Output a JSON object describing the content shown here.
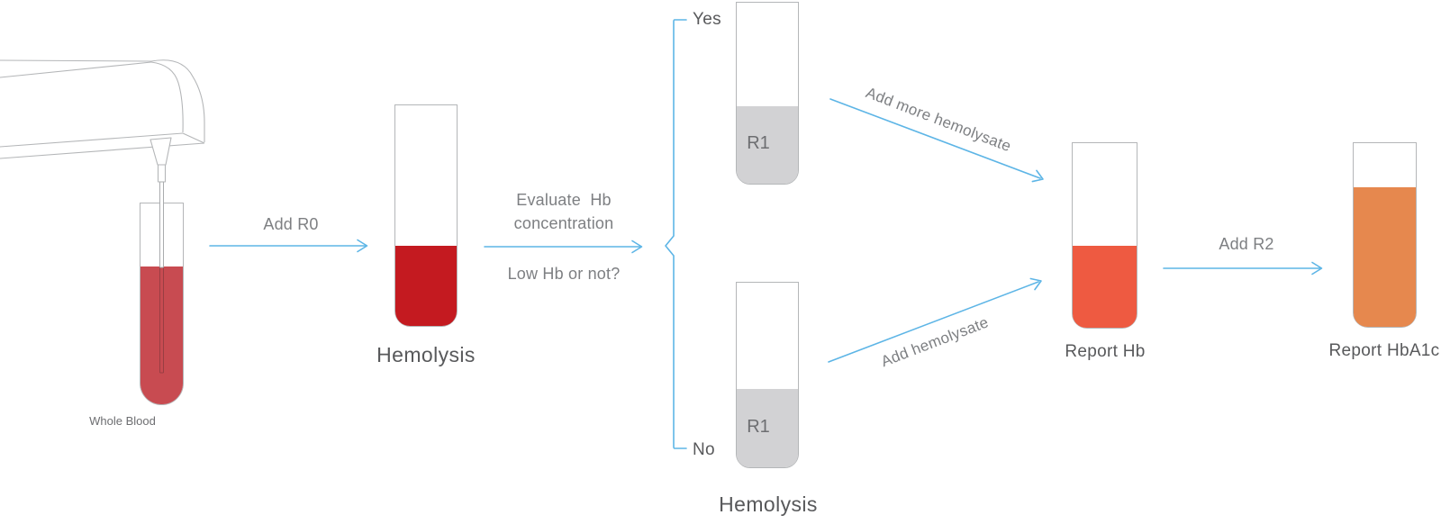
{
  "diagram": {
    "description": "HbA1c assay workflow diagram",
    "nodes": {
      "whole_blood": {
        "caption": "Whole Blood",
        "liquid_color": "#c84b51"
      },
      "hemolysis": {
        "caption": "Hemolysis",
        "liquid_color": "#c41a20"
      },
      "r1_top": {
        "inner_label": "R1",
        "liquid_color": "#d2d2d4"
      },
      "r1_bottom": {
        "inner_label": "R1",
        "caption": "Hemolysis",
        "liquid_color": "#d2d2d4"
      },
      "report_hb": {
        "caption": "Report Hb",
        "liquid_color": "#ee5a41"
      },
      "report_hba1c": {
        "caption": "Report HbA1c",
        "liquid_color": "#e6884e"
      }
    },
    "arrows": {
      "add_r0": "Add R0",
      "evaluate_line1": "Evaluate  Hb",
      "evaluate_line2": "concentration",
      "low_hb": "Low Hb or not?",
      "yes": "Yes",
      "no": "No",
      "add_more_hemolysate": "Add more hemolysate",
      "add_hemolysate": "Add hemolysate",
      "add_r2": "Add R2"
    },
    "icons": {
      "dispenser_arm": "reagent-dispenser-arm-icon",
      "pipette_tip": "pipette-tip-icon"
    },
    "colors": {
      "arrow": "#5db5e6",
      "tube_outline": "#b4b6b8",
      "text_dark": "#58595b",
      "text_medium": "#6d6e71",
      "text_light": "#7d7f82"
    }
  }
}
